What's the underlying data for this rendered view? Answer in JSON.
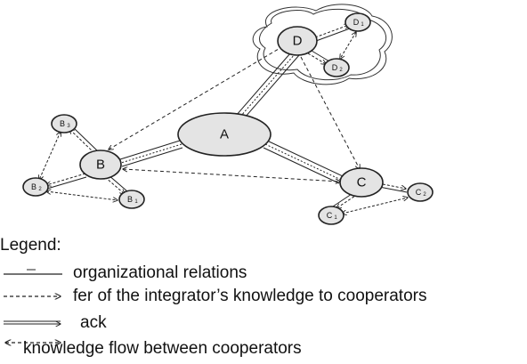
{
  "nodes": [
    {
      "id": "A",
      "label": "A",
      "sub": ""
    },
    {
      "id": "B",
      "label": "B",
      "sub": ""
    },
    {
      "id": "B1",
      "label": "B",
      "sub": "1"
    },
    {
      "id": "B2",
      "label": "B",
      "sub": "2"
    },
    {
      "id": "B3",
      "label": "B",
      "sub": "3"
    },
    {
      "id": "C",
      "label": "C",
      "sub": ""
    },
    {
      "id": "C1",
      "label": "C",
      "sub": "1"
    },
    {
      "id": "C2",
      "label": "C",
      "sub": "2"
    },
    {
      "id": "D",
      "label": "D",
      "sub": ""
    },
    {
      "id": "D1",
      "label": "D",
      "sub": "1"
    },
    {
      "id": "D2",
      "label": "D",
      "sub": "2"
    }
  ],
  "legend": {
    "title": "Legend:",
    "items": [
      {
        "key": "organizational",
        "text": "organizational relations"
      },
      {
        "key": "transfer",
        "text": "fer of the integrator’s knowledge to cooperators"
      },
      {
        "key": "feedback",
        "text": "ack"
      },
      {
        "key": "flow",
        "text": "knowledge flow between cooperators"
      }
    ]
  }
}
